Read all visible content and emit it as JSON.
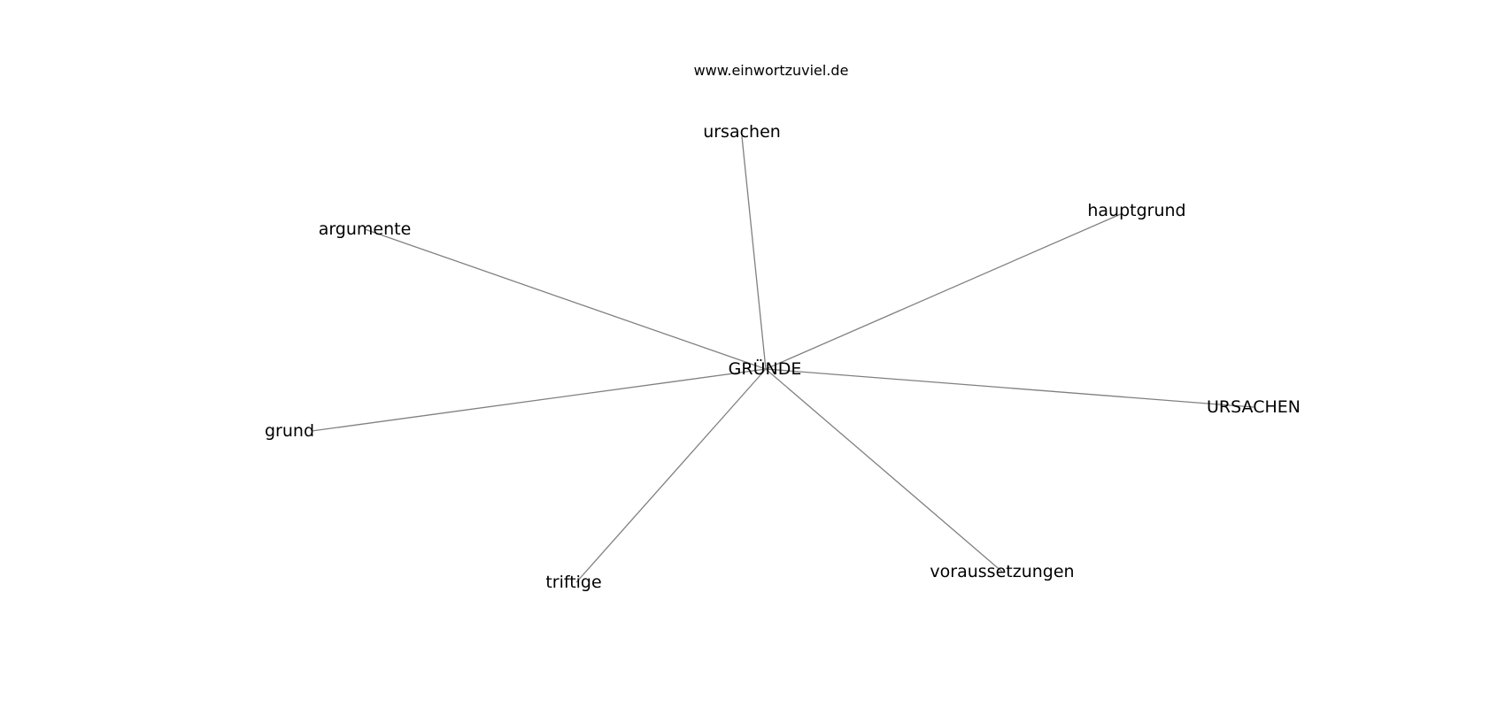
{
  "source_label": "www.einwortzuviel.de",
  "graph": {
    "center": {
      "label": "GRÜNDE"
    },
    "neighbors": [
      {
        "label": "ursachen"
      },
      {
        "label": "hauptgrund"
      },
      {
        "label": "argumente"
      },
      {
        "label": "URSACHEN"
      },
      {
        "label": "grund"
      },
      {
        "label": "triftige"
      },
      {
        "label": "voraussetzungen"
      }
    ],
    "edge_color": "#808080"
  }
}
